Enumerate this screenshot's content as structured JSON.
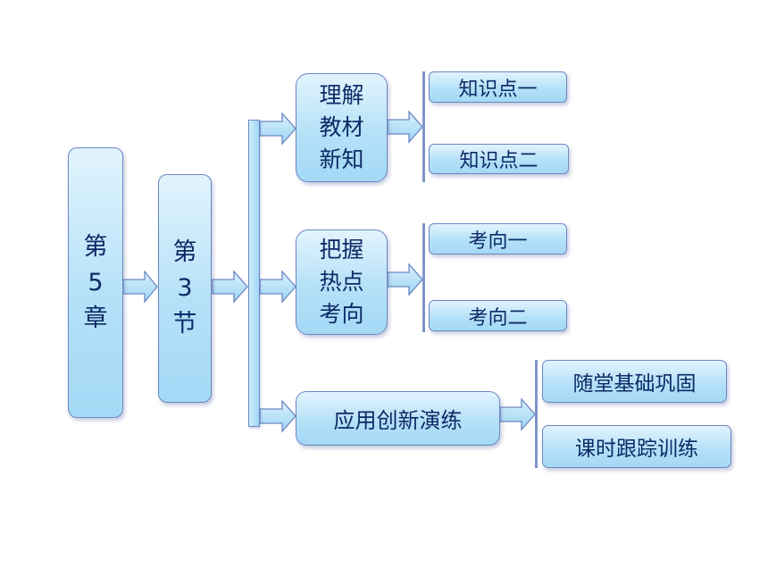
{
  "chapter": {
    "text": "第\n5\n章"
  },
  "section": {
    "text": "第\n3\n节"
  },
  "branches": [
    {
      "text": "理解\n教材\n新知",
      "children": [
        "知识点一",
        "知识点二"
      ]
    },
    {
      "text": "把握\n热点\n考向",
      "children": [
        "考向一",
        "考向二"
      ]
    },
    {
      "text": "应用创新演练",
      "children": [
        "随堂基础巩固",
        "课时跟踪训练"
      ]
    }
  ],
  "colors": {
    "box_border": "#6d86c4",
    "text": "#0d2a66",
    "arrow_fill": "#b9e3f8"
  }
}
